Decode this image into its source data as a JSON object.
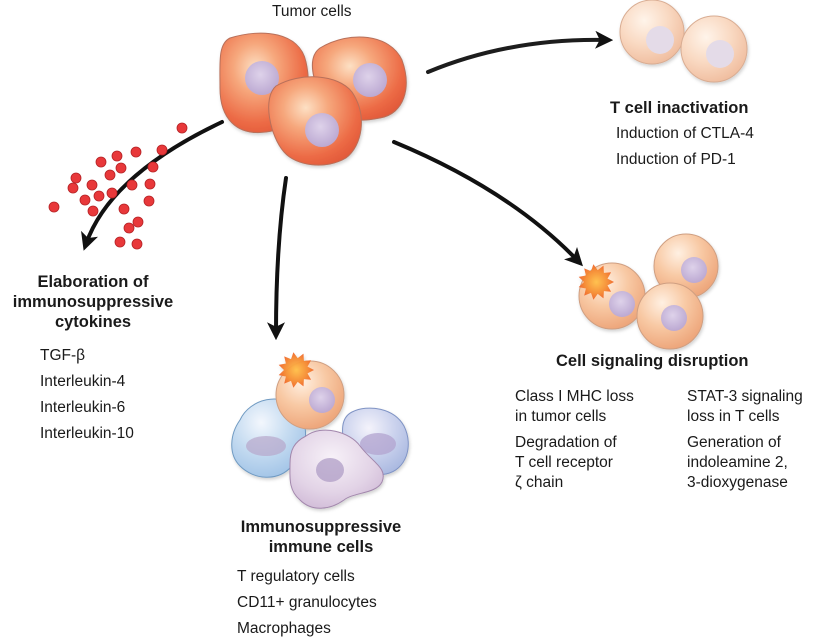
{
  "diagram": {
    "center": {
      "label": "Tumor cells"
    },
    "branches": {
      "cytokines": {
        "title_lines": [
          "Elaboration of",
          "immunosuppressive",
          "cytokines"
        ],
        "items": [
          "TGF-β",
          "Interleukin-4",
          "Interleukin-6",
          "Interleukin-10"
        ]
      },
      "t_cell_inactivation": {
        "title": "T cell inactivation",
        "items": [
          "Induction of CTLA-4",
          "Induction of PD-1"
        ]
      },
      "immune_cells": {
        "title_lines": [
          "Immunosuppressive",
          "immune cells"
        ],
        "items": [
          "T regulatory cells",
          "CD11+ granulocytes",
          "Macrophages"
        ]
      },
      "signaling": {
        "title": "Cell signaling disruption",
        "left_items": [
          "Class I MHC loss\nin tumor cells",
          "Degradation of\nT cell receptor\nζ chain"
        ],
        "right_items": [
          "STAT-3 signaling\nloss in T cells",
          "Generation of\nindoleamine 2,\n3-dioxygenase"
        ]
      }
    },
    "colors": {
      "tumor_cell": "#f07a50",
      "t_cell": "#f7c9a8",
      "nucleus": "#c9b8d8",
      "cytokine_dot": "#e8383a",
      "arrow": "#111111",
      "burst": "#f26a2a",
      "macrophage": "#dccbe0",
      "granulocyte": "#b9d6ee"
    }
  }
}
